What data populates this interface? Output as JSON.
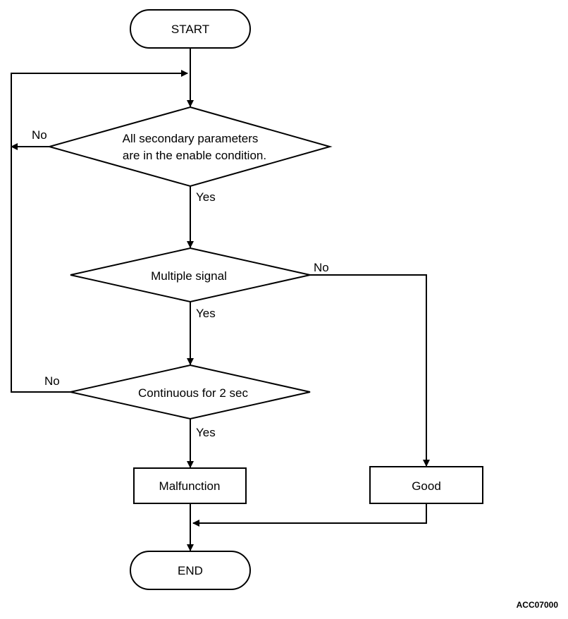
{
  "nodes": {
    "start": "START",
    "decision_params": {
      "line1": "All secondary parameters",
      "line2": "are in the enable condition."
    },
    "decision_multiple": "Multiple signal",
    "decision_continuous": "Continuous for 2 sec",
    "malfunction": "Malfunction",
    "good": "Good",
    "end": "END"
  },
  "edge_labels": {
    "params_no": "No",
    "params_yes": "Yes",
    "multiple_no": "No",
    "multiple_yes": "Yes",
    "continuous_no": "No",
    "continuous_yes": "Yes"
  },
  "figure_code": "ACC07000",
  "colors": {
    "stroke": "#000000",
    "fill": "#ffffff"
  }
}
